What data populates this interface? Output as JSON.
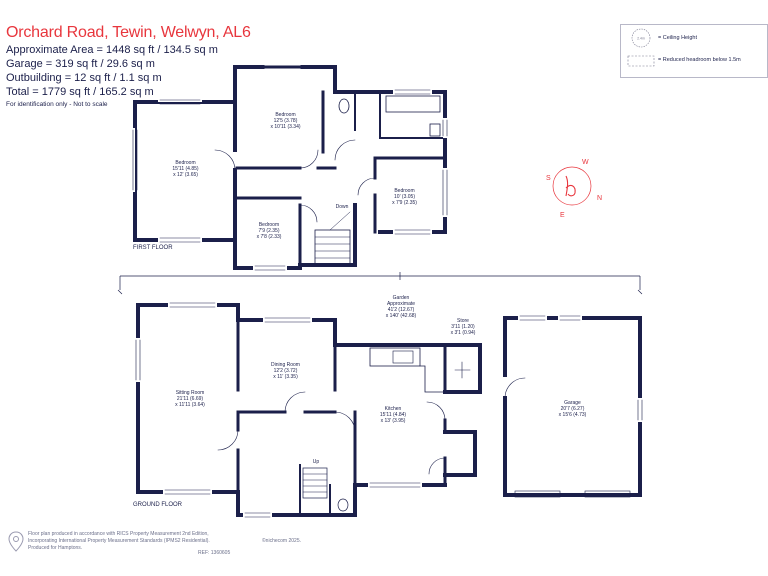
{
  "header": {
    "title": "Orchard Road, Tewin, Welwyn, AL6",
    "approx_area": "Approximate Area = 1448 sq ft / 134.5 sq m",
    "garage": "Garage = 319 sq ft / 29.6 sq m",
    "outbuilding": "Outbuilding = 12 sq ft / 1.1 sq m",
    "total": "Total = 1779 sq ft / 165.2 sq m",
    "note": "For identification only - Not to scale"
  },
  "legend": {
    "ceiling_height": "= Ceiling Height",
    "reduced_headroom": "= Reduced headroom below 1.5m"
  },
  "compass": {
    "letters": [
      "S",
      "W",
      "N",
      "E"
    ]
  },
  "floors": {
    "first_floor": "FIRST FLOOR",
    "ground_floor": "GROUND FLOOR"
  },
  "rooms": {
    "bedroom1": {
      "name": "Bedroom",
      "size1": "12'5 (3.78)",
      "size2": "x 10'11 (3.34)"
    },
    "bedroom2": {
      "name": "Bedroom",
      "size1": "15'11 (4.85)",
      "size2": "x 12' (3.65)"
    },
    "bedroom3": {
      "name": "Bedroom",
      "size1": "10' (3.05)",
      "size2": "x 7'9 (2.35)"
    },
    "bedroom4": {
      "name": "Bedroom",
      "size1": "7'9 (2.35)",
      "size2": "x 7'8 (2.33)"
    },
    "down": "Down",
    "up": "Up",
    "garden": {
      "name": "Garden",
      "size0": "Approximate",
      "size1": "41'2 (12.67)",
      "size2": "x 140' (42.68)"
    },
    "store": {
      "name": "Store",
      "size1": "3'11 (1.20)",
      "size2": "x 3'1 (0.94)"
    },
    "sitting": {
      "name": "Sitting Room",
      "size1": "21'11 (6.69)",
      "size2": "x 11'11 (3.64)"
    },
    "dining": {
      "name": "Dining Room",
      "size1": "12'2 (3.72)",
      "size2": "x 11' (3.35)"
    },
    "kitchen": {
      "name": "Kitchen",
      "size1": "15'11 (4.84)",
      "size2": "x 13' (3.95)"
    },
    "garage": {
      "name": "Garage",
      "size1": "20'7 (6.27)",
      "size2": "x 15'6 (4.73)"
    }
  },
  "footer": {
    "line1": "Floor plan produced in accordance with RICS Property Measurement 2nd Edition,",
    "line2": "Incorporating International Property Measurement Standards (IPMS2 Residential).",
    "line3": "Produced for Hamptons.",
    "ref": "REF: 1360605",
    "copyright": "©nichecom 2025."
  },
  "colors": {
    "wall": "#1b1f4a",
    "title": "#e8363d",
    "compass": "#e8363d"
  }
}
